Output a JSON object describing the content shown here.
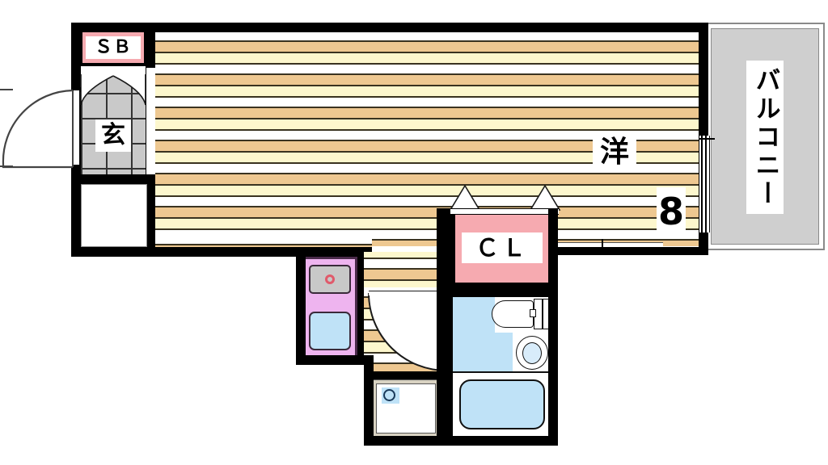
{
  "plan": {
    "title": "Japanese apartment floor plan",
    "type": "1R / 1K layout"
  },
  "rooms": {
    "shoe_box": {
      "label": "ＳＢ",
      "meaning": "shoe box",
      "color": "#f6aab0"
    },
    "entrance": {
      "label": "玄",
      "meaning": "genkan / entrance",
      "color": "#c9c9c9"
    },
    "main_room": {
      "label": "洋",
      "meaning": "Western-style room",
      "size": "8",
      "size_unit": "jo (tatami mats)"
    },
    "closet": {
      "label": "ＣＬ",
      "meaning": "closet",
      "color": "#f6aab0"
    },
    "balcony": {
      "label": "バルコニー",
      "meaning": "balcony",
      "color": "#cfcfcf"
    }
  },
  "fixtures": {
    "stove": {
      "name": "stove-cooktop",
      "burners": 1,
      "color": "#c8c8c8"
    },
    "sink": {
      "name": "kitchen-sink",
      "color": "#bfe2f7"
    },
    "toilet": {
      "name": "toilet",
      "color": "#ffffff"
    },
    "washbasin": {
      "name": "wash-basin",
      "color": "#ffffff"
    },
    "bathtub": {
      "name": "bathtub",
      "color": "#bfe2f7"
    },
    "washer_pan": {
      "name": "washing-machine-pan",
      "color": "#ffffff"
    }
  },
  "colors": {
    "wall": "#000000",
    "floor_tan": "#eec891",
    "floor_cream": "#fdf7cd",
    "floor_white": "#ffffff",
    "pink": "#f6aab0",
    "kitchen_violet": "#eeb4ef",
    "water_blue": "#bfe2f7",
    "balcony_gray": "#cfcfcf",
    "tile_gray": "#c9c9c9"
  }
}
